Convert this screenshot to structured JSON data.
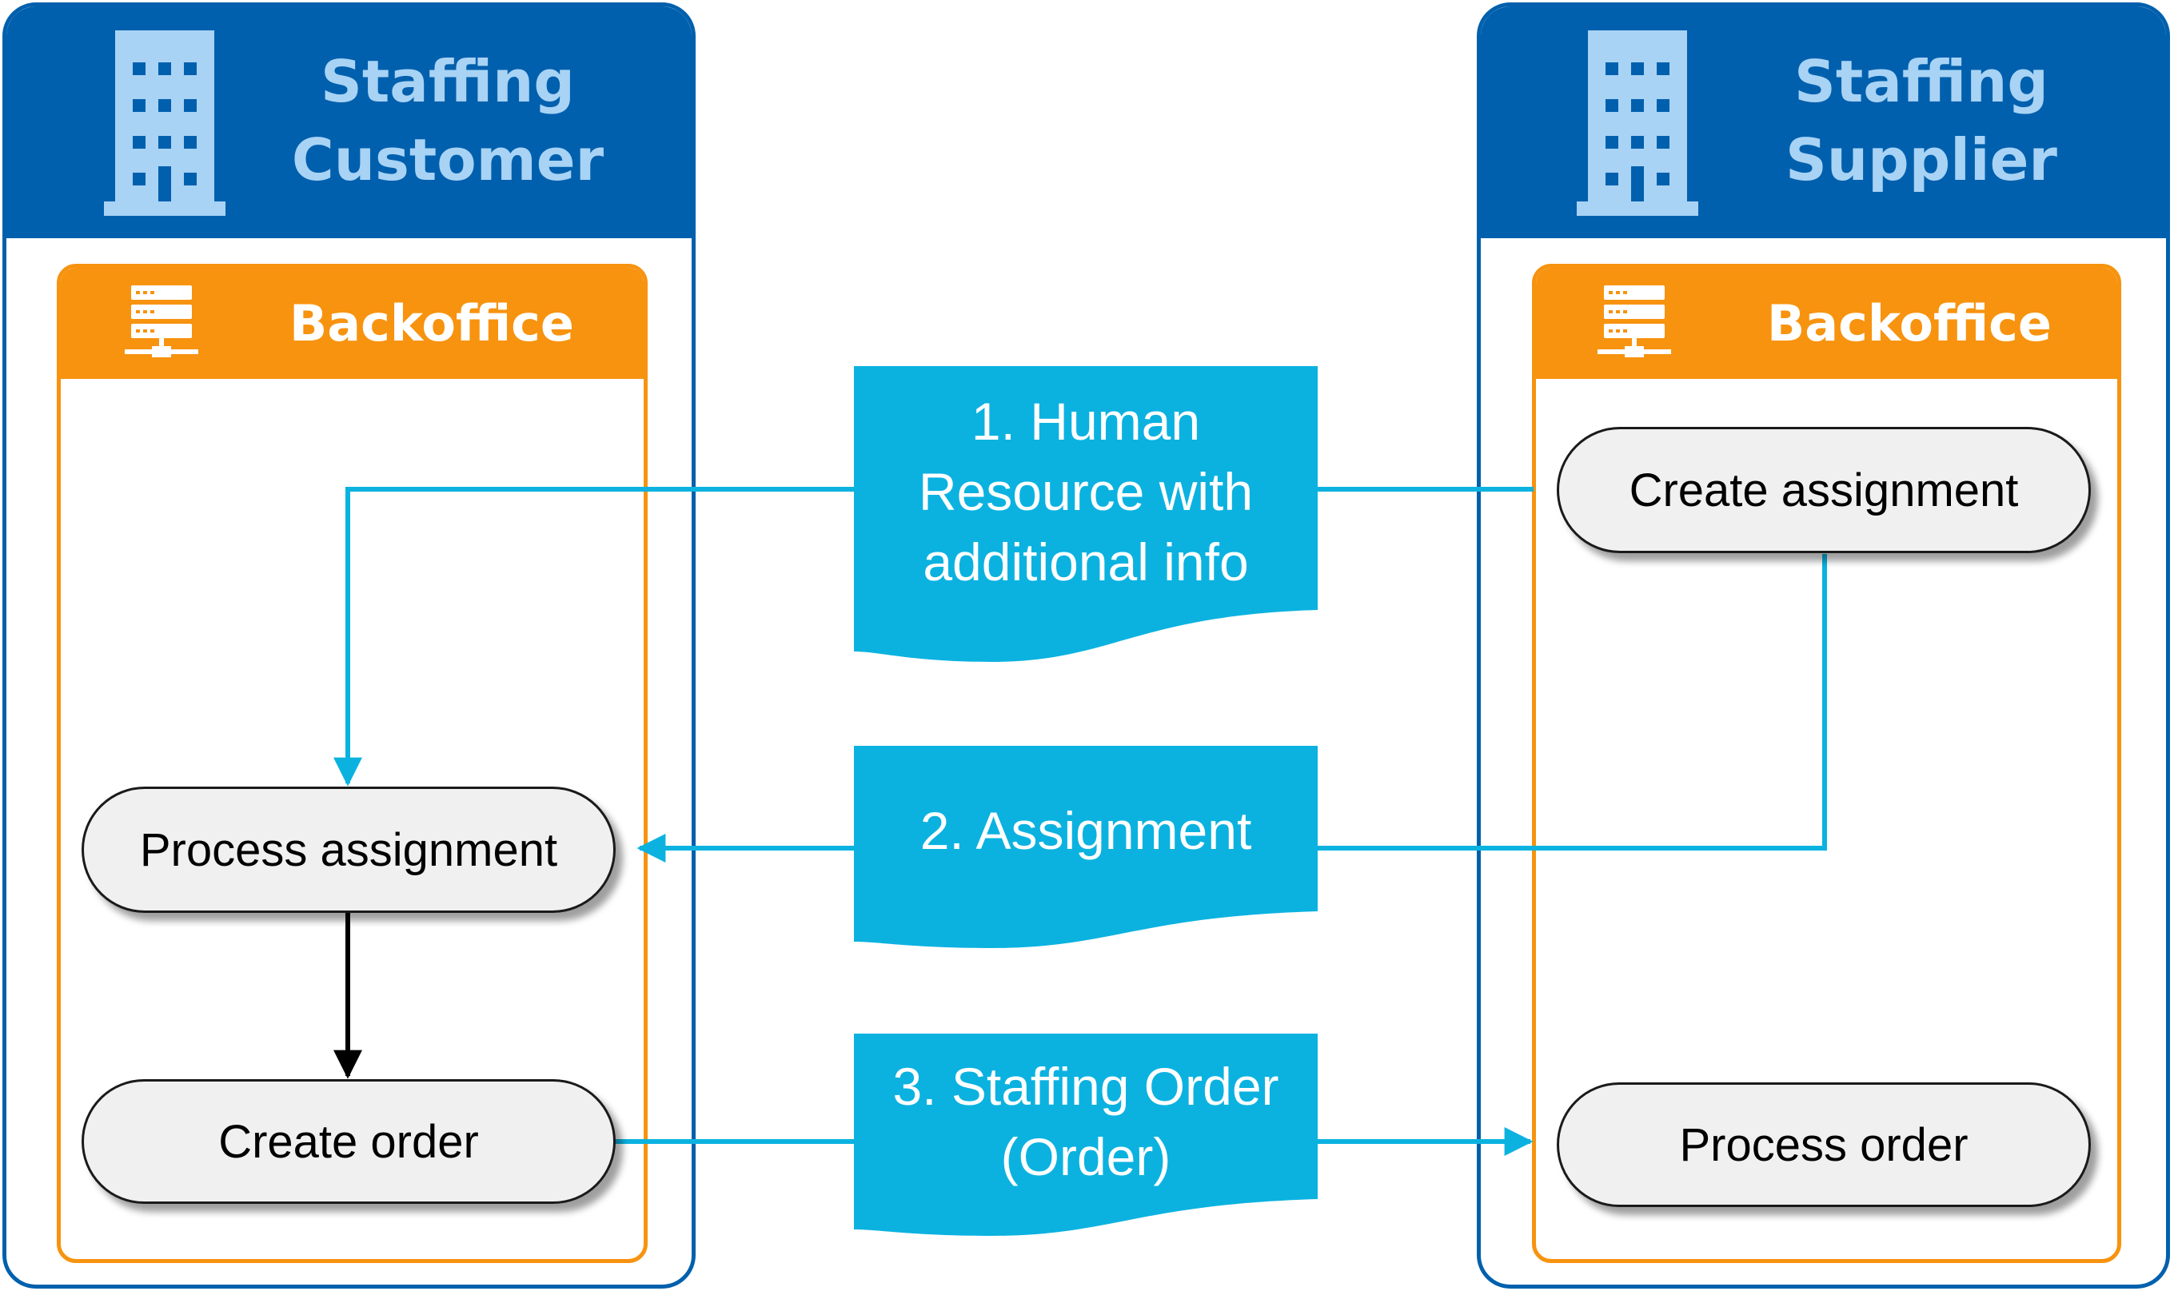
{
  "parties": {
    "customer": {
      "title_line1": "Staffing",
      "title_line2": "Customer",
      "icon": "building-icon",
      "backoffice": {
        "title": "Backoffice",
        "icon": "server-icon",
        "steps": [
          "Process assignment",
          "Create order"
        ]
      }
    },
    "supplier": {
      "title_line1": "Staffing",
      "title_line2": "Supplier",
      "icon": "building-icon",
      "backoffice": {
        "title": "Backoffice",
        "icon": "server-icon",
        "steps": [
          "Create assignment",
          "Process order"
        ]
      }
    }
  },
  "messages": [
    {
      "lines": [
        "1. Human",
        "Resource with",
        "additional info"
      ]
    },
    {
      "lines": [
        "2. Assignment"
      ]
    },
    {
      "lines": [
        "3. Staffing Order",
        "(Order)"
      ]
    }
  ],
  "colors": {
    "party_blue": "#0160ad",
    "party_title": "#a8d3f5",
    "backoffice_orange": "#f7930f",
    "message_cyan": "#0bb2e0",
    "step_fill": "#f0f0f0"
  }
}
